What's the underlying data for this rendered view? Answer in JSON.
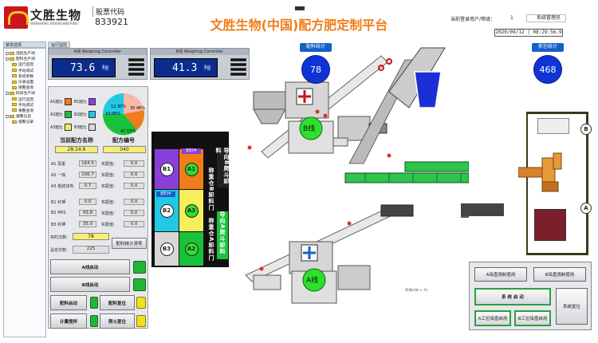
{
  "header": {
    "brand_cn": "文胜生物",
    "brand_en": "WENSHENG BIOENGINEERING",
    "stock_label": "股票代码",
    "stock_code": "833921",
    "title": "文胜生物(中国)配方肥定制平台",
    "user_label": "当前登录用户/等级：",
    "user_level": "1",
    "sys_user": "系统管理员",
    "datetime": "2020/09/12 | 08:29:56.9"
  },
  "tree": {
    "header": "菜单选择",
    "tab": "运行监控",
    "items": [
      {
        "label": "混批生产线",
        "level": 1
      },
      {
        "label": "配料生产线",
        "level": 1
      },
      {
        "label": "运行监控",
        "level": 2
      },
      {
        "label": "手动调试",
        "level": 2
      },
      {
        "label": "系统参数",
        "level": 2
      },
      {
        "label": "仪表设置",
        "level": 2
      },
      {
        "label": "报警查询",
        "level": 2
      },
      {
        "label": "码垛生产线",
        "level": 1
      },
      {
        "label": "运行监控",
        "level": 2
      },
      {
        "label": "手动调试",
        "level": 2
      },
      {
        "label": "报警查询",
        "level": 2
      },
      {
        "label": "报警信息",
        "level": 1
      },
      {
        "label": "报警记录",
        "level": 2
      }
    ]
  },
  "controllers": {
    "a": {
      "title": "A线 Weighing Controller",
      "value": "73.6",
      "unit": "kg"
    },
    "b": {
      "title": "B线 Weighing Controller",
      "value": "41.3",
      "unit": "kg"
    }
  },
  "mix": {
    "a1": "A1配比",
    "b1": "B1配比",
    "a2": "A2配比",
    "b2": "B2配比",
    "a3": "A3配比",
    "b3": "B3配比"
  },
  "pie": {
    "labels": [
      "12.30%",
      "30.46%",
      "10.06%",
      "47.15%"
    ]
  },
  "formula": {
    "name_label": "当前配方名称",
    "code_label": "配方编号",
    "name_value": "28.14.6",
    "code_value": "040",
    "rows": [
      {
        "label": "A1 尿素",
        "setval": "164.5",
        "actual_label": "实配值：",
        "actual": "0.0"
      },
      {
        "label": "A2 一铵",
        "setval": "106.7",
        "actual_label": "实配值：",
        "actual": "0.0"
      },
      {
        "label": "A3 抵结块剂",
        "setval": "0.7",
        "actual_label": "实配值：",
        "actual": "0.0"
      },
      {
        "label": "B1 红钾",
        "setval": "0.0",
        "actual_label": "实配值：",
        "actual": "0.0"
      },
      {
        "label": "B2 MP2",
        "setval": "43.8",
        "actual_label": "实配值：",
        "actual": "0.0"
      },
      {
        "label": "B3 红钾",
        "setval": "35.0",
        "actual_label": "实配值：",
        "actual": "0.0"
      }
    ],
    "actual_count_label": "实时次数：",
    "actual_count": "78",
    "set_count_label": "设定次数：",
    "set_count": "225",
    "clear_btn": "配料统计清零"
  },
  "buttons": {
    "a_start": "A线启动",
    "b_start": "B线启动",
    "batch_start": "配料启动",
    "batch_reset": "配料复位",
    "meter_stir": "计量搅拌",
    "hopper_reset": "爬斗复位"
  },
  "bins": {
    "b1": "B1",
    "a1": "A1",
    "b2": "B2",
    "a3": "A3",
    "b3": "B3",
    "a2": "A2",
    "mixing1": "配料中",
    "mixing2": "配料中",
    "v1": "导向B爬斗卸料",
    "v2": "称重仓B卸料门",
    "v3": "导向A爬斗卸料",
    "v4": "称重仓A卸料门"
  },
  "process": {
    "batch_stat_label": "配料统计",
    "batch_stat_value": "78",
    "pack_stat_label": "抓包统计",
    "pack_stat_value": "468",
    "line_b": "B线",
    "line_a": "A线",
    "robot_a": "A",
    "robot_b": "B",
    "small_label": "码垛(A8 + A)"
  },
  "right_panel": {
    "a_force": "A垛盘强制使用",
    "b_force": "B垛盘强制使用",
    "sys_start": "系 统 启 动",
    "sys_reset": "系统复位",
    "a_pallet": "A工位垛盘启用",
    "b_pallet": "B工位垛盘启用"
  },
  "colors": {
    "title_orange": "#f07d1a",
    "brand_red": "#c8161d",
    "green": "#22b43a",
    "blue": "#0f34d6",
    "yellow": "#f2df1e"
  }
}
